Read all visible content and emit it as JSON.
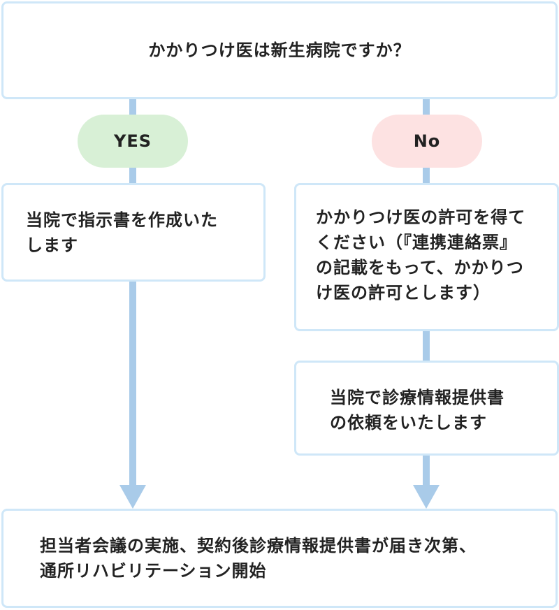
{
  "question": "かかりつけ医は新生病院ですか？",
  "yes_label": "YES",
  "no_label": "No",
  "yes_box": {
    "lines": [
      "当院で指示書を作成いた",
      "します"
    ]
  },
  "no_box": {
    "lines": [
      "かかりつけ医の許可を得て",
      "ください（『連携連絡票』",
      "の記載をもって、かかりつ",
      "け医の許可とします）"
    ]
  },
  "no_box2": {
    "lines": [
      "当院で診療情報提供書",
      "の依頼をいたします"
    ]
  },
  "final_box": {
    "lines": [
      "担当者会議の実施、契約後診療情報提供書が届き次第、",
      "通所リハビリテーション開始"
    ]
  },
  "colors": {
    "border": "#cfe7f8",
    "connector": "#a9cbe9",
    "yes_fill": "#d8f0d6",
    "no_fill": "#fde2e2"
  }
}
